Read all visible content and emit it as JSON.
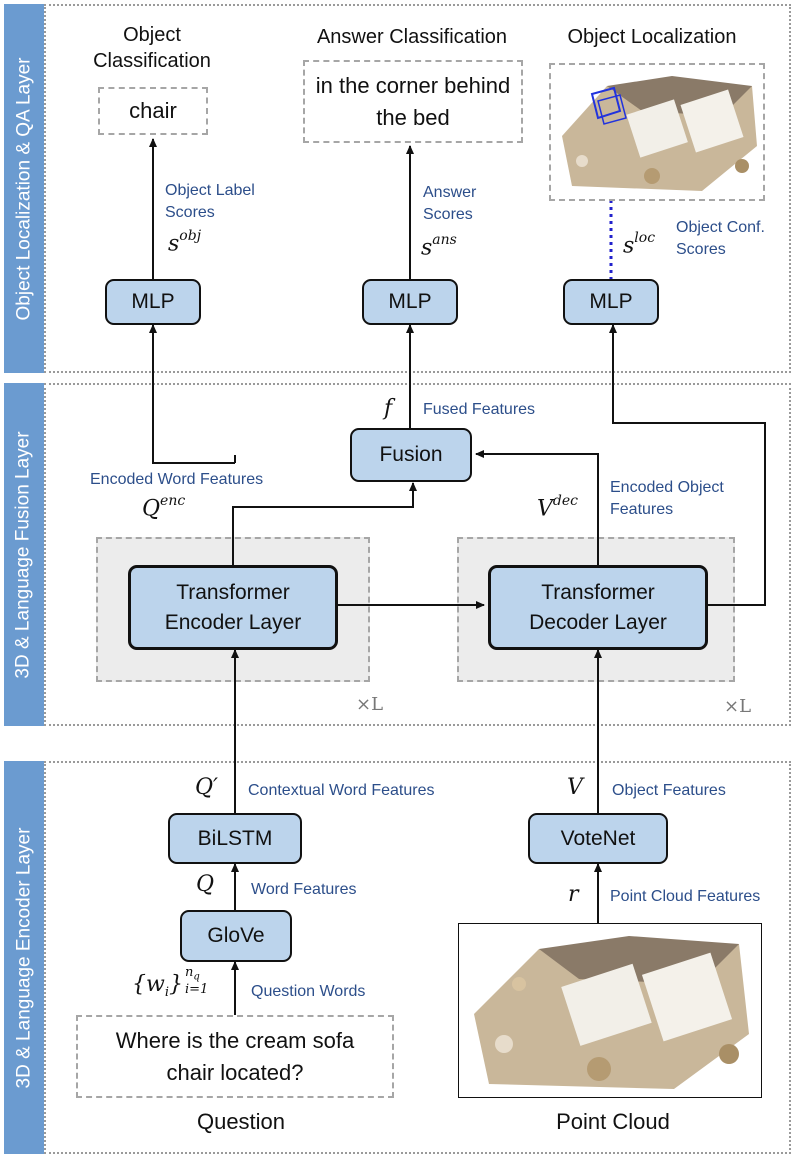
{
  "layers": {
    "top": "Object Localization & QA Layer",
    "middle": "3D & Language Fusion Layer",
    "bottom": "3D & Language Encoder Layer"
  },
  "outputs": {
    "object_classification": {
      "title": "Object Classification",
      "value": "chair"
    },
    "answer_classification": {
      "title": "Answer Classification",
      "value": "in the corner behind the bed"
    },
    "object_localization": {
      "title": "Object Localization"
    }
  },
  "scores": {
    "object_label": {
      "label": "Object Label Scores",
      "symbol_base": "s",
      "symbol_sup": "obj"
    },
    "answer": {
      "label": "Answer Scores",
      "symbol_base": "s",
      "symbol_sup": "ans"
    },
    "object_conf": {
      "label": "Object Conf. Scores",
      "symbol_base": "s",
      "symbol_sup": "loc"
    }
  },
  "modules": {
    "mlp_left": "MLP",
    "mlp_mid": "MLP",
    "mlp_right": "MLP",
    "fusion": "Fusion",
    "transformer_encoder": "Transformer Encoder Layer",
    "transformer_decoder": "Transformer Decoder Layer",
    "bilstm": "BiLSTM",
    "glove": "GloVe",
    "votenet": "VoteNet"
  },
  "features": {
    "fused": {
      "label": "Fused Features",
      "symbol": "f"
    },
    "encoded_word": {
      "label": "Encoded Word Features",
      "symbol_base": "Q",
      "symbol_sup": "enc"
    },
    "encoded_object": {
      "label": "Encoded Object Features",
      "symbol_base": "V",
      "symbol_sup": "dec"
    },
    "contextual_word": {
      "label": "Contextual Word Features",
      "symbol": "Q′"
    },
    "object": {
      "label": "Object Features",
      "symbol": "V"
    },
    "word": {
      "label": "Word Features",
      "symbol": "Q"
    },
    "point_cloud": {
      "label": "Point Cloud Features",
      "symbol": "r"
    },
    "question_words": {
      "label": "Question Words",
      "symbol_base": "{w",
      "symbol_sub": "i",
      "symbol_close": "}",
      "symbol_sup": "n",
      "symbol_sup_sub": "q",
      "symbol_lower": "i=1"
    }
  },
  "repeat": {
    "encoder": "×L",
    "decoder": "×L"
  },
  "inputs": {
    "question": {
      "caption": "Question",
      "text": "Where is the cream sofa chair located?"
    },
    "point_cloud": {
      "caption": "Point Cloud"
    }
  },
  "colors": {
    "module_fill": "#bcd4ec",
    "layer_tab": "#6b9bd0",
    "label_blue": "#2c4e8a",
    "dotted_arrow": "#2222cc"
  }
}
